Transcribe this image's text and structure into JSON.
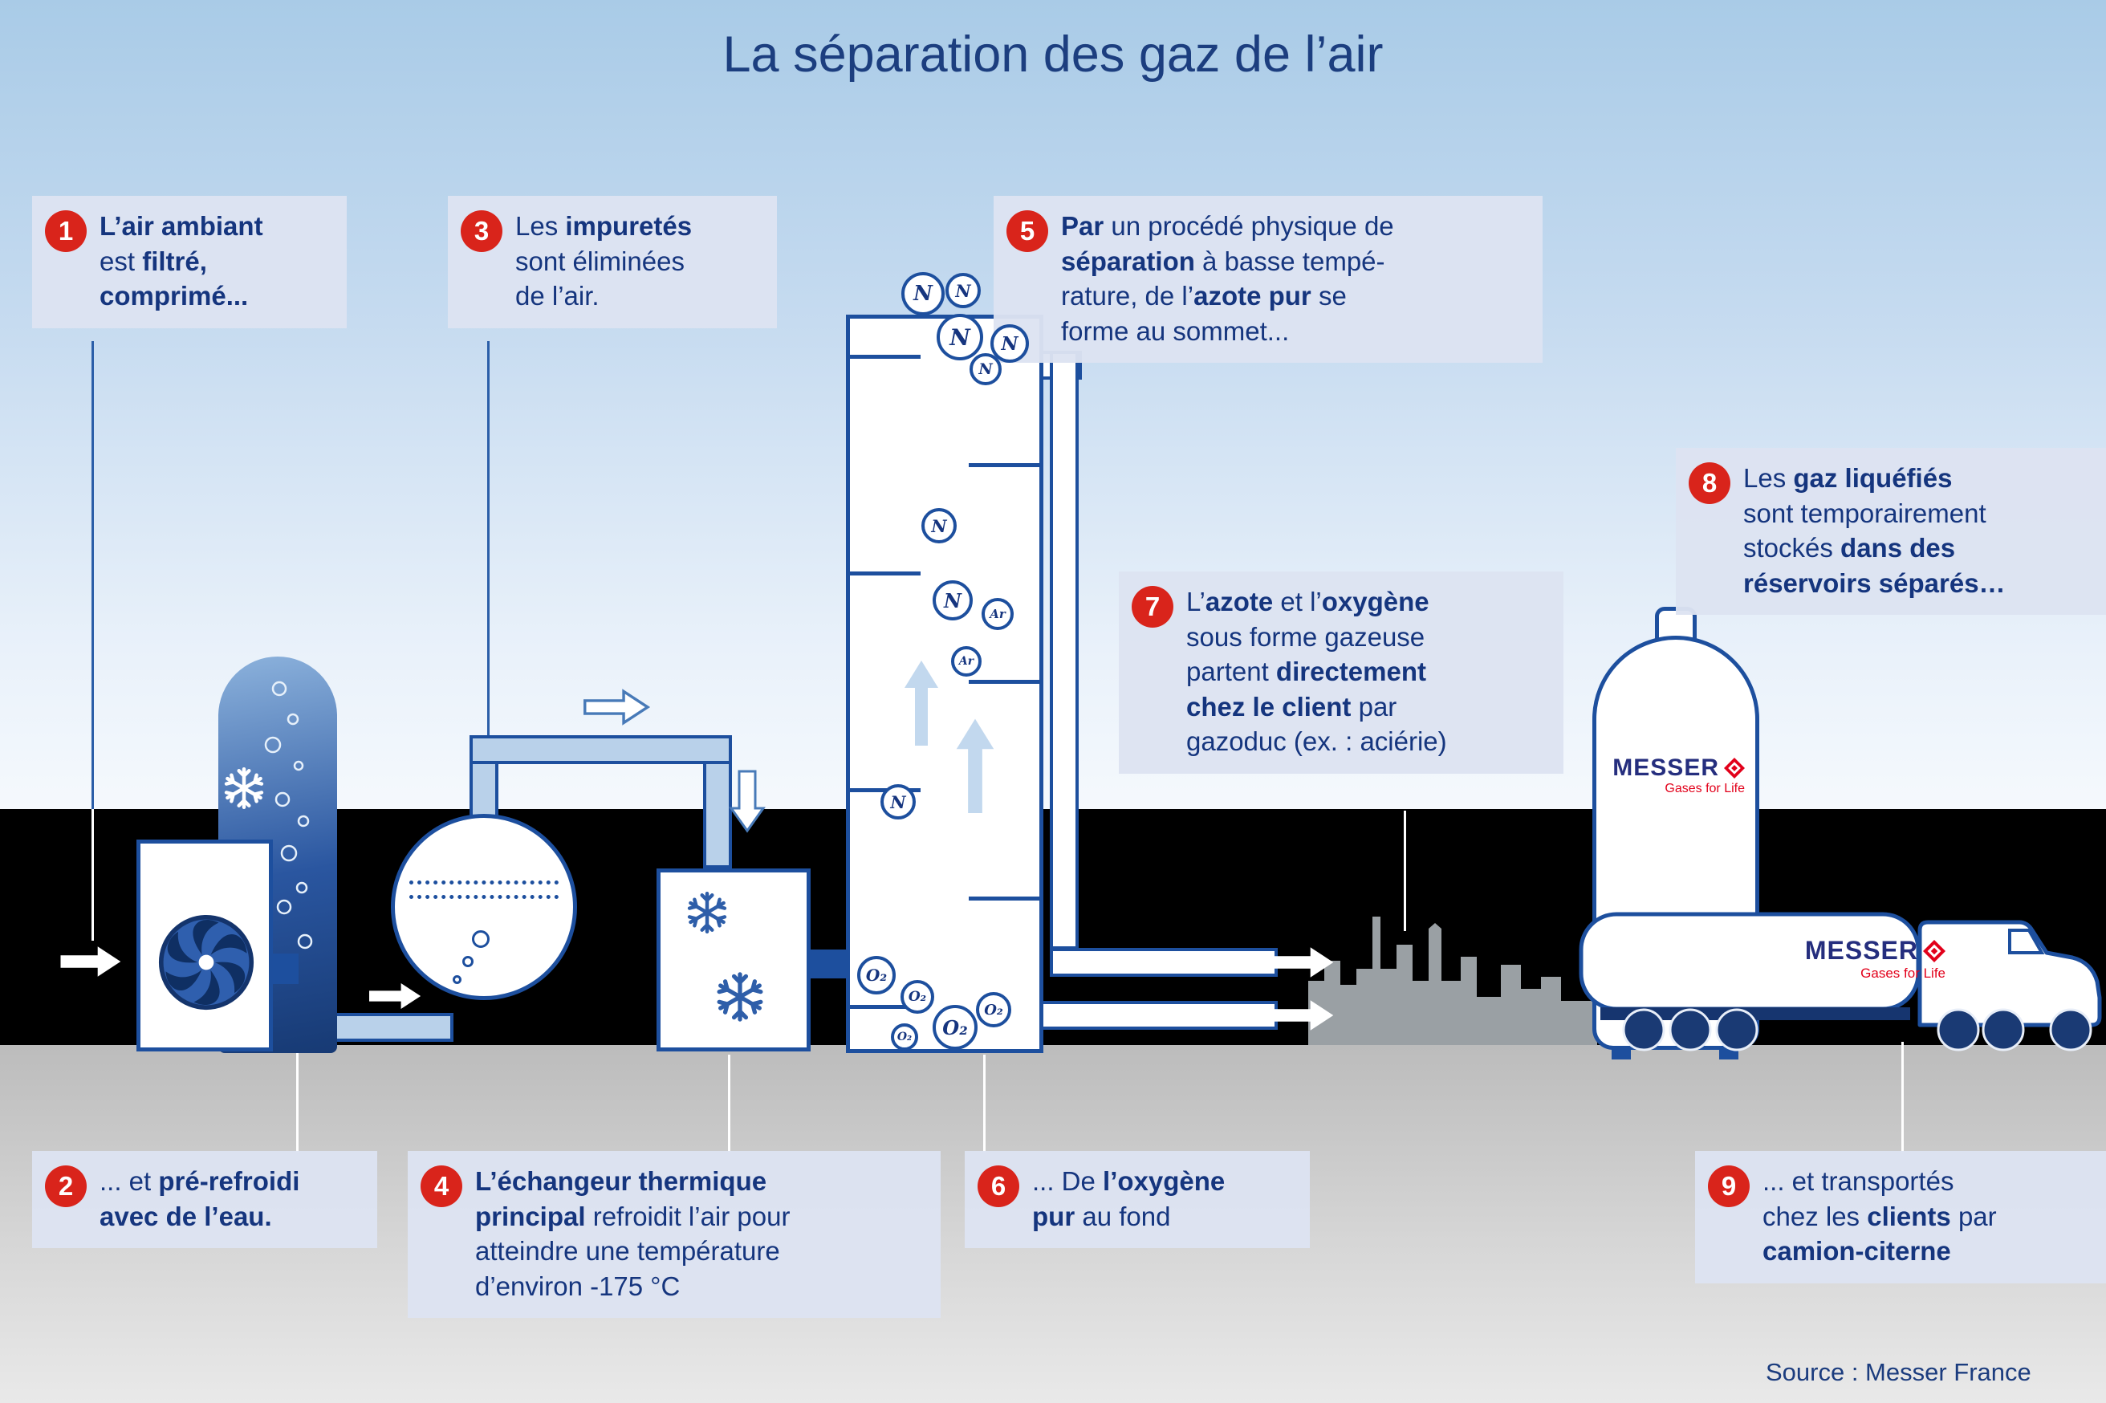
{
  "title": "La séparation des gaz de l’air",
  "source": "Source : Messer France",
  "brand": {
    "name": "MESSER",
    "tagline": "Gases for Life"
  },
  "mol": {
    "n": "N",
    "ar": "Ar",
    "o2": "O₂"
  },
  "colors": {
    "red": "#d9241b",
    "navy": "#15357e",
    "outline": "#1d4f9e",
    "box_bg": "#dde3f1",
    "band": "#000000"
  },
  "steps": {
    "1": {
      "num": "1",
      "segments": [
        {
          "t": "L’air ambiant",
          "b": true
        },
        {
          "t": "\nest ",
          "b": false
        },
        {
          "t": "filtré,",
          "b": true
        },
        {
          "t": "\n",
          "b": false
        },
        {
          "t": "comprimé...",
          "b": true
        }
      ]
    },
    "2": {
      "num": "2",
      "segments": [
        {
          "t": "... et ",
          "b": false
        },
        {
          "t": "pré-refroidi",
          "b": true
        },
        {
          "t": "\n",
          "b": false
        },
        {
          "t": "avec de l’eau.",
          "b": true
        }
      ]
    },
    "3": {
      "num": "3",
      "segments": [
        {
          "t": "Les ",
          "b": false
        },
        {
          "t": "impuretés",
          "b": true
        },
        {
          "t": "\nsont éliminées\nde l’air.",
          "b": false
        }
      ]
    },
    "4": {
      "num": "4",
      "segments": [
        {
          "t": "L’échangeur thermique\nprincipal",
          "b": true
        },
        {
          "t": " refroidit l’air pour\natteindre une température\nd’environ -175 °C",
          "b": false
        }
      ]
    },
    "5": {
      "num": "5",
      "segments": [
        {
          "t": "Par",
          "b": true
        },
        {
          "t": " un procédé physique de\n",
          "b": false
        },
        {
          "t": "séparation",
          "b": true
        },
        {
          "t": " à basse tempé-\nrature, de l’",
          "b": false
        },
        {
          "t": "azote pur",
          "b": true
        },
        {
          "t": " se\nforme au sommet...",
          "b": false
        }
      ]
    },
    "6": {
      "num": "6",
      "segments": [
        {
          "t": "... De ",
          "b": false
        },
        {
          "t": "l’oxygène",
          "b": true
        },
        {
          "t": "\n",
          "b": false
        },
        {
          "t": "pur",
          "b": true
        },
        {
          "t": " au fond",
          "b": false
        }
      ]
    },
    "7": {
      "num": "7",
      "segments": [
        {
          "t": "L’",
          "b": false
        },
        {
          "t": "azote",
          "b": true
        },
        {
          "t": " et l’",
          "b": false
        },
        {
          "t": "oxygène",
          "b": true
        },
        {
          "t": "\nsous forme gazeuse\npartent ",
          "b": false
        },
        {
          "t": "directement",
          "b": true
        },
        {
          "t": "\n",
          "b": false
        },
        {
          "t": "chez le client",
          "b": true
        },
        {
          "t": " par\ngazoduc (ex. : aciérie)",
          "b": false
        }
      ]
    },
    "8": {
      "num": "8",
      "segments": [
        {
          "t": "Les ",
          "b": false
        },
        {
          "t": "gaz liquéfiés",
          "b": true
        },
        {
          "t": "\nsont temporairement\nstockés ",
          "b": false
        },
        {
          "t": "dans des",
          "b": true
        },
        {
          "t": "\n",
          "b": false
        },
        {
          "t": "réservoirs séparés…",
          "b": true
        }
      ]
    },
    "9": {
      "num": "9",
      "segments": [
        {
          "t": "... et transportés\nchez les ",
          "b": false
        },
        {
          "t": "clients",
          "b": true
        },
        {
          "t": " par\n",
          "b": false
        },
        {
          "t": "camion-citerne",
          "b": true
        }
      ]
    }
  }
}
